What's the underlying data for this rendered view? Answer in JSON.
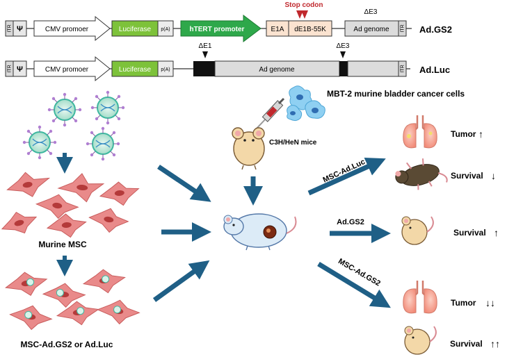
{
  "construct_gs2": {
    "itr_left": "ITR",
    "psi": "Ψ",
    "cmv": "CMV promoer",
    "luciferase": "Luciferase",
    "pa": "p(A)",
    "htert": "hTERT promoter",
    "e1a": "E1A",
    "stop_codon": "Stop codon",
    "de1b": "dE1B-55K",
    "delta_e3": "ΔE3",
    "ad_genome": "Ad genome",
    "itr_right": "ITR",
    "name": "Ad.GS2"
  },
  "construct_luc": {
    "itr_left": "ITR",
    "psi": "Ψ",
    "cmv": "CMV promoer",
    "luciferase": "Luciferase",
    "pa": "p(A)",
    "delta_e1": "ΔE1",
    "delta_e3": "ΔE3",
    "ad_genome": "Ad genome",
    "itr_right": "ITR",
    "name": "Ad.Luc"
  },
  "labels": {
    "cancer_cells": "MBT-2 murine bladder cancer cells",
    "mice": "C3H/HeN mice",
    "murine_msc": "Murine MSC",
    "msc_infected": "MSC-Ad.GS2 or Ad.Luc"
  },
  "outcomes": {
    "arrow_msc_luc": "MSC-Ad.Luc",
    "arrow_gs2": "Ad.GS2",
    "arrow_msc_gs2": "MSC-Ad.GS2",
    "tumor_up": "Tumor",
    "tumor_up_arrow": "↑",
    "survival_down": "Survival",
    "survival_down_arrow": "↓",
    "survival_up": "Survival",
    "survival_up_arrow": "↑",
    "tumor_down": "Tumor",
    "tumor_down_arrow": "↓↓",
    "survival_upup": "Survival",
    "survival_upup_arrow": "↑↑"
  },
  "colors": {
    "luciferase_green": "#7dc23a",
    "htert_green": "#2ea84a",
    "e1_box": "#fbe3d0",
    "stop_red": "#c0282d",
    "genome_grey": "#dcdcdc",
    "arrow_blue": "#1f5f86",
    "msc_pink": "#e98a8a",
    "virus_teal": "#3fb8a0"
  }
}
